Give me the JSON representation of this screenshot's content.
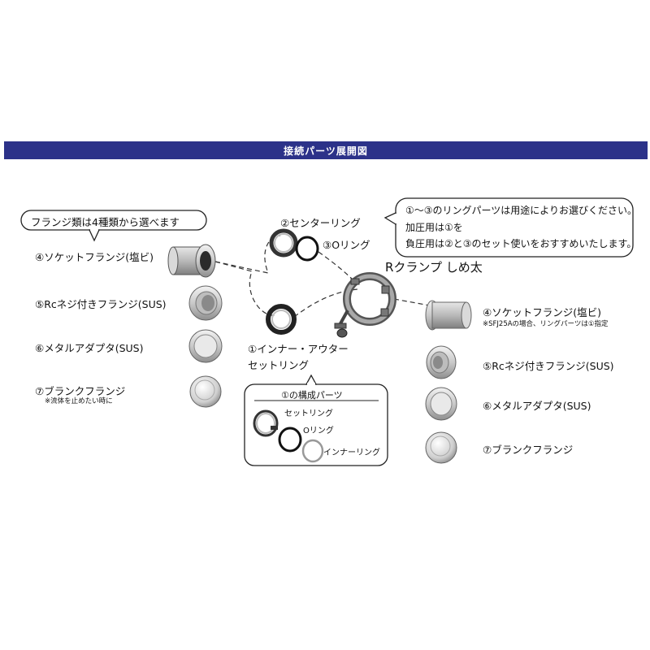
{
  "header": {
    "title": "接続パーツ展開図"
  },
  "callouts": {
    "flange_types": "フランジ類は4種類から選べます",
    "ring_note_line1": "①〜③のリングパーツは用途によりお選びください。",
    "ring_note_line2": "加圧用は①を",
    "ring_note_line3": "負圧用は②と③のセット使いをおすすめいたします。"
  },
  "left_parts": [
    {
      "label": "④ソケットフランジ(塩ビ)",
      "icon": "socket-flange-icon"
    },
    {
      "label": "⑤Rcネジ付きフランジ(SUS)",
      "icon": "threaded-flange-icon"
    },
    {
      "label": "⑥メタルアダプタ(SUS)",
      "icon": "metal-adapter-icon"
    },
    {
      "label": "⑦ブランクフランジ",
      "icon": "blank-flange-icon",
      "note": "※流体を止めたい時に"
    }
  ],
  "right_parts": [
    {
      "label": "④ソケットフランジ(塩ビ)",
      "icon": "socket-flange-icon",
      "note": "※SFJ25Aの場合、リングパーツは①指定"
    },
    {
      "label": "⑤Rcネジ付きフランジ(SUS)",
      "icon": "threaded-flange-icon"
    },
    {
      "label": "⑥メタルアダプタ(SUS)",
      "icon": "metal-adapter-icon"
    },
    {
      "label": "⑦ブランクフランジ",
      "icon": "blank-flange-icon"
    }
  ],
  "rings": {
    "center_ring": "②センターリング",
    "o_ring": "③Oリング",
    "inner_outer_line1": "①インナー・アウター",
    "inner_outer_line2": "セットリング"
  },
  "clamp": {
    "label": "Rクランプ しめ太"
  },
  "composition": {
    "title": "①の構成パーツ",
    "set_ring": "セットリング",
    "o_ring": "Oリング",
    "inner_ring": "インナーリング"
  }
}
